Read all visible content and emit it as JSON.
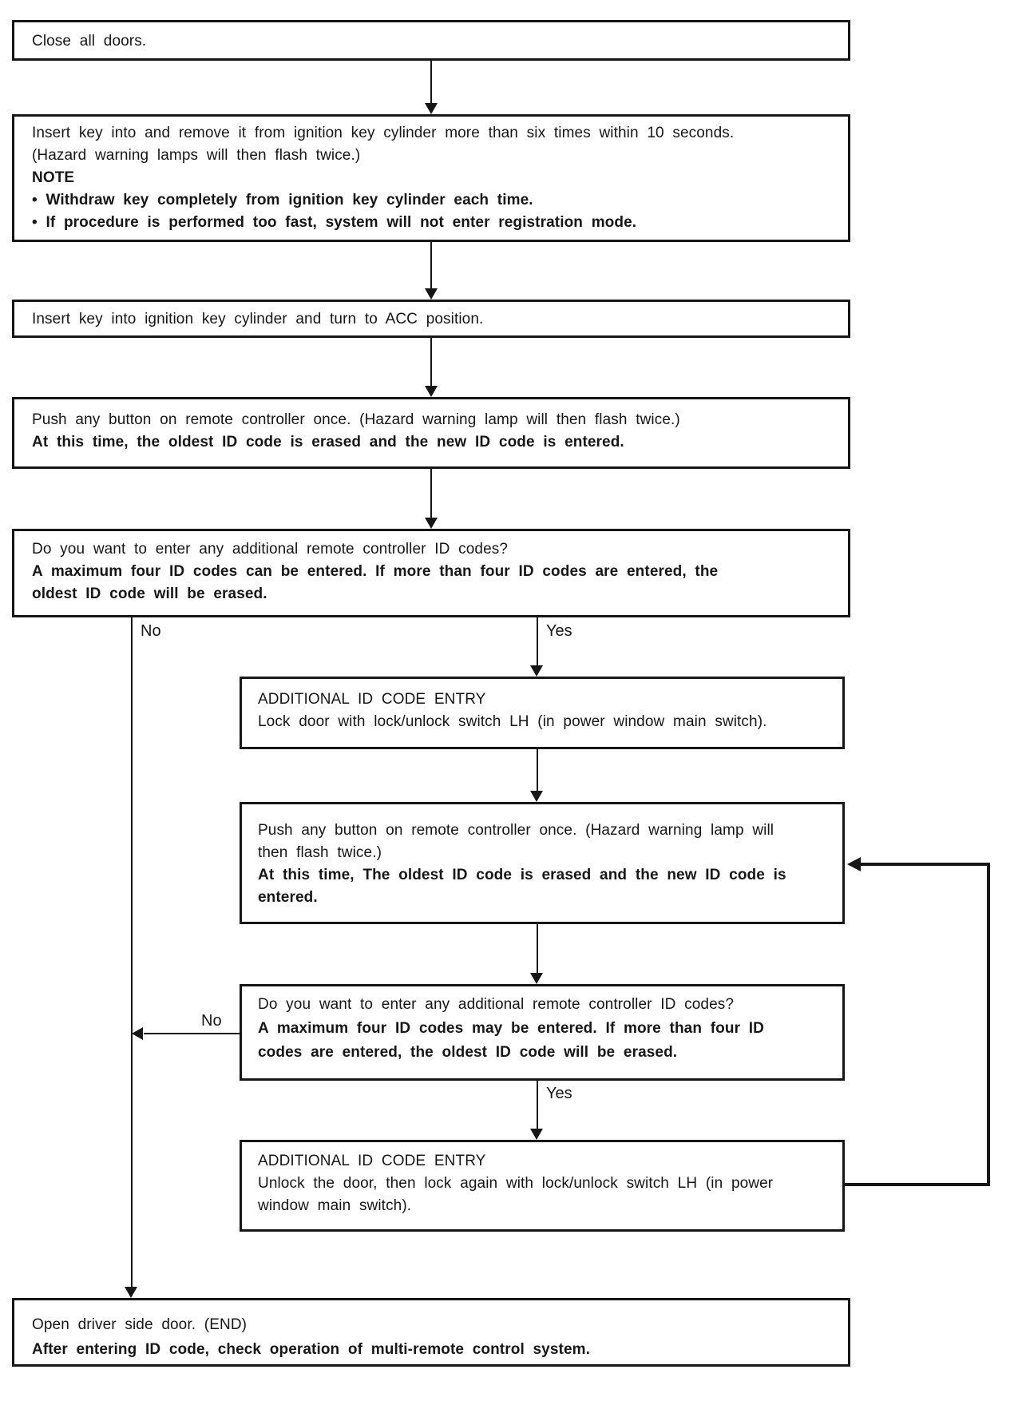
{
  "page": {
    "background": "#ffffff",
    "ink": "#161616"
  },
  "boxes": {
    "close_doors": {
      "lines": [
        "Close all doors."
      ]
    },
    "insert_remove_key": {
      "lines": [
        "Insert key into and remove it from ignition key cylinder more than six times within 10 seconds.",
        "(Hazard warning lamps will then flash twice.)",
        "NOTE",
        "• Withdraw key completely from ignition key cylinder each time.",
        "• If procedure is performed too fast, system will not enter registration mode."
      ]
    },
    "insert_turn_acc": {
      "lines": [
        "Insert key into ignition key cylinder and turn to ACC position."
      ]
    },
    "push_button_first": {
      "lines": [
        "Push any button on remote controller once. (Hazard warning lamp will then flash twice.)",
        "At this time, the oldest ID code is erased and the new ID code is entered."
      ]
    },
    "decision_first": {
      "lines": [
        "Do you want to enter any additional remote controller ID codes?",
        "A maximum four ID codes can be entered. If more than four ID codes are entered, the",
        "oldest ID code will be erased."
      ]
    },
    "additional_entry_lock": {
      "lines": [
        "ADDITIONAL ID CODE ENTRY",
        "Lock door with lock/unlock switch LH (in power window main switch)."
      ]
    },
    "push_button_second": {
      "lines": [
        "Push any button on remote controller once. (Hazard warning lamp will",
        "then flash twice.)",
        "At this time, The oldest ID code is erased and the new ID code is",
        "entered."
      ]
    },
    "decision_second": {
      "lines": [
        "Do you want to enter any additional remote controller ID codes?",
        "A maximum four ID codes may be entered. If more than four ID",
        "codes are entered, the oldest ID code will be erased."
      ]
    },
    "additional_entry_unlock": {
      "lines": [
        "ADDITIONAL ID CODE ENTRY",
        "Unlock the door, then lock again with lock/unlock switch LH (in power",
        "window main switch)."
      ]
    },
    "end": {
      "lines": [
        "Open driver side door. (END)",
        "After entering ID code, check operation of multi-remote control system."
      ]
    }
  },
  "labels": {
    "no_first": "No",
    "yes_first": "Yes",
    "no_second": "No",
    "yes_second": "Yes"
  }
}
